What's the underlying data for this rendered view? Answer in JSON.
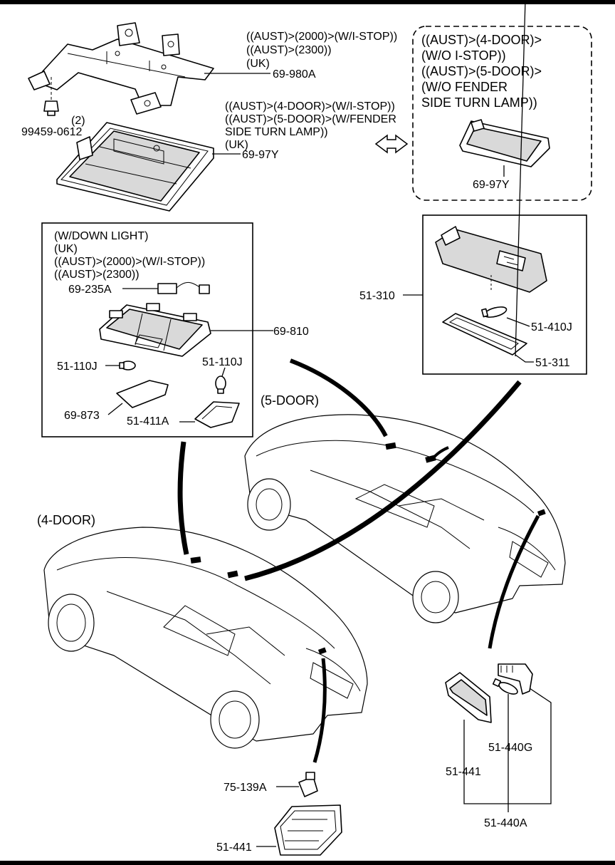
{
  "part_labels": {
    "p69_980a": "69-980A",
    "p99459": "99459-0612",
    "qty2": "(2)",
    "p69_97y_main": "69-97Y",
    "p69_97y_alt": "69-97Y",
    "p69_235a": "69-235A",
    "p69_810": "69-810",
    "p51_110j_l": "51-110J",
    "p51_110j_r": "51-110J",
    "p69_873": "69-873",
    "p51_411a": "51-411A",
    "p51_310": "51-310",
    "p51_410j": "51-410J",
    "p51_311": "51-311",
    "p75_139a": "75-139A",
    "p51_441_bottom": "51-441",
    "p51_441_right": "51-441",
    "p51_440g": "51-440G",
    "p51_440a": "51-440A"
  },
  "notes": {
    "bracket_note": [
      "((AUST)>(2000)>(W/I-STOP))",
      "((AUST)>(2300))",
      "(UK)"
    ],
    "lamp_note": [
      "((AUST)>(4-DOOR)>(W/I-STOP))",
      "((AUST)>(5-DOOR)>(W/FENDER",
      " SIDE TURN LAMP))",
      "(UK)"
    ],
    "alt_box_note": [
      "((AUST)>(4-DOOR)>",
      "(W/O I-STOP))",
      "((AUST)>(5-DOOR)>",
      "(W/O FENDER",
      " SIDE TURN LAMP))"
    ],
    "down_light_note": [
      "(W/DOWN LIGHT)",
      "(UK)",
      "((AUST)>(2000)>(W/I-STOP))",
      "((AUST)>(2300))"
    ]
  },
  "car_labels": {
    "five_door": "(5-DOOR)",
    "four_door": "(4-DOOR)"
  }
}
